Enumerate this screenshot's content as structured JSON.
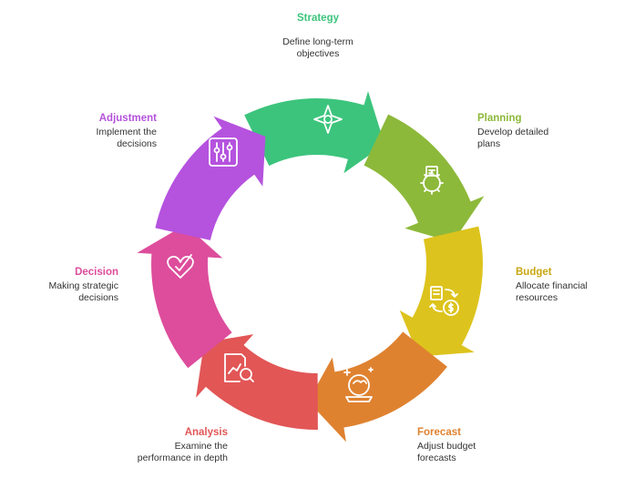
{
  "steps": [
    {
      "title": "Strategy",
      "desc": [
        "Define long-term",
        "objectives"
      ],
      "color": "#3CC47C",
      "icon": "compass-star-icon"
    },
    {
      "title": "Planning",
      "desc": [
        "Develop detailed",
        "plans"
      ],
      "color": "#8DB93A",
      "icon": "gear-plan-icon"
    },
    {
      "title": "Budget",
      "desc": [
        "Allocate financial",
        "resources"
      ],
      "color": "#DDC31D",
      "icon": "money-exchange-icon"
    },
    {
      "title": "Forecast",
      "desc": [
        "Adjust budget",
        "forecasts"
      ],
      "color": "#DF8230",
      "icon": "crystal-ball-icon"
    },
    {
      "title": "Analysis",
      "desc": [
        "Examine the",
        "performance in depth"
      ],
      "color": "#E25656",
      "icon": "report-search-icon"
    },
    {
      "title": "Decision",
      "desc": [
        "Making strategic",
        "decisions"
      ],
      "color": "#DD4D9C",
      "icon": "heart-check-icon"
    },
    {
      "title": "Adjustment",
      "desc": [
        "Implement the",
        "decisions"
      ],
      "color": "#B552DE",
      "icon": "tools-adjust-icon"
    }
  ]
}
